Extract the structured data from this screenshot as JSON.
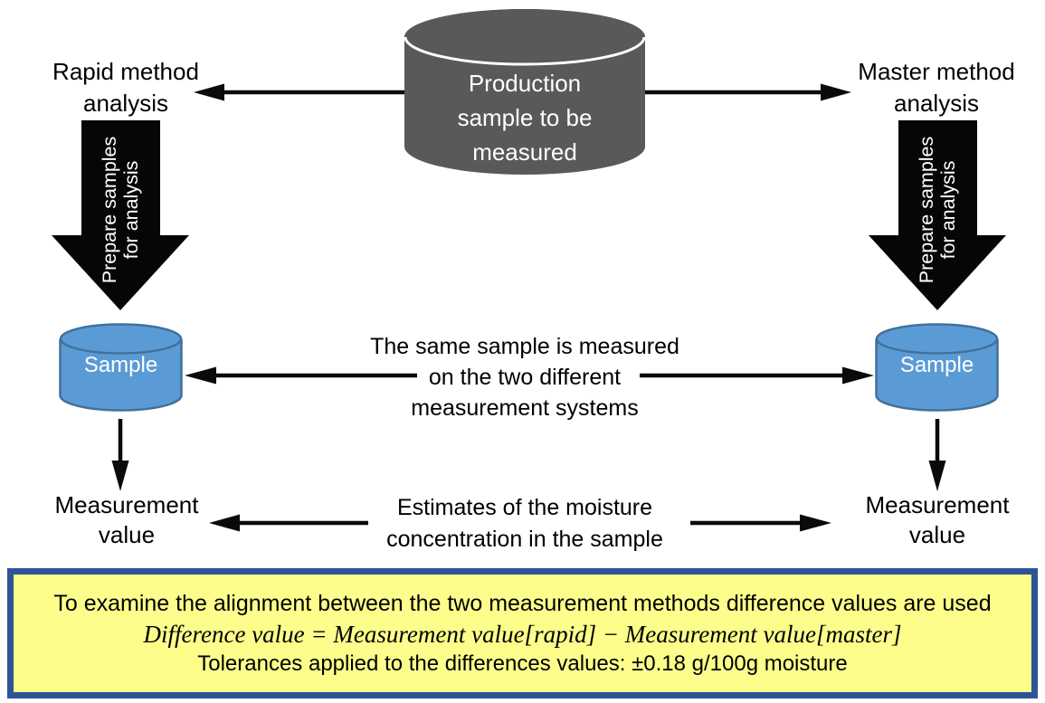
{
  "colors": {
    "production_cylinder_fill": "#595959",
    "sample_cylinder_fill": "#5B9BD5",
    "sample_cylinder_border": "#41719C",
    "fat_arrow_fill": "#060606",
    "footer_background": "#FDFD8B",
    "footer_border": "#2F5496",
    "arrow_color": "#0A0A0A"
  },
  "production_cylinder": {
    "lines": [
      "Production",
      "sample to be",
      "measured"
    ]
  },
  "rapid": {
    "lines": [
      "Rapid method",
      "analysis"
    ]
  },
  "master": {
    "lines": [
      "Master method",
      "analysis"
    ]
  },
  "prepare_arrow": {
    "lines": [
      "Prepare samples",
      "for analysis"
    ]
  },
  "samples": {
    "left_label": "Sample",
    "right_label": "Sample"
  },
  "middle_note": {
    "lines": [
      "The same sample is measured",
      "on the two different",
      "measurement systems"
    ]
  },
  "measurement": {
    "left_lines": [
      "Measurement",
      "value"
    ],
    "right_lines": [
      "Measurement",
      "value"
    ]
  },
  "estimates_note": {
    "lines": [
      "Estimates of the moisture",
      "concentration in the sample"
    ]
  },
  "footer": {
    "line1": "To examine the alignment between the two measurement methods difference values are used",
    "formula": "Difference value = Measurement value[rapid] − Measurement value[master]",
    "line3": "Tolerances applied to the differences values: ±0.18 g/100g moisture"
  }
}
